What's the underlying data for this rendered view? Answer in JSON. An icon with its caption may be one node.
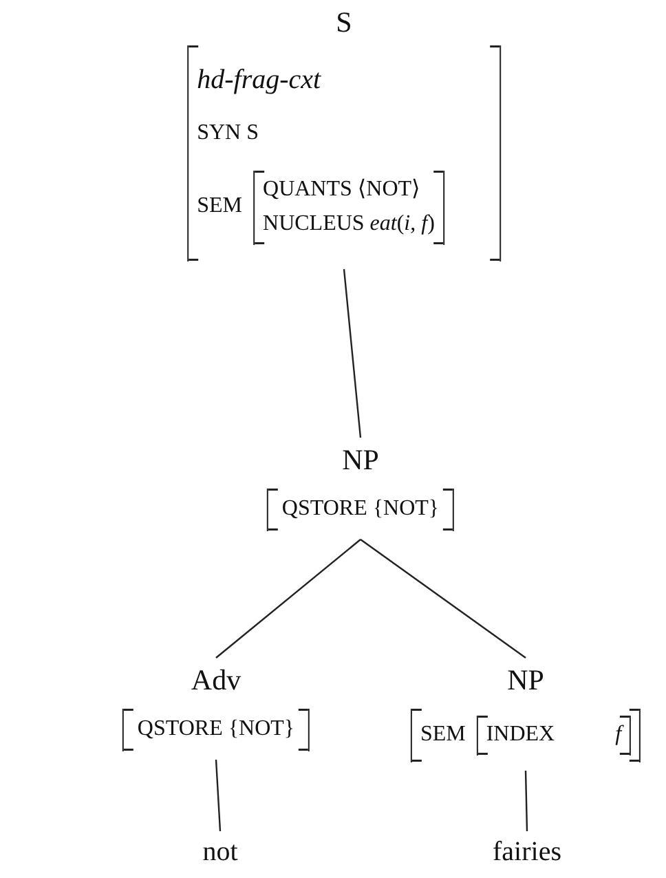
{
  "diagram": {
    "nodes": [
      {
        "text": [
          "S",
          "hd-frag-cxt",
          "SYN S",
          "SEM",
          "QUANTS ⟨NOT⟩",
          "NUCLEUS *eat*(*i*, *f*)"
        ]
      },
      {
        "text": [
          "NP",
          "QSTORE {NOT}"
        ]
      },
      {
        "text": [
          "Adv",
          "QSTORE {NOT}"
        ]
      },
      {
        "text": [
          "NP",
          "SEM",
          "INDEX *f*"
        ]
      },
      {
        "text": [
          "not"
        ]
      },
      {
        "text": [
          "fairies"
        ]
      }
    ],
    "edges": [
      {
        "from": 0,
        "to": 1,
        "arrow": "none"
      },
      {
        "from": 1,
        "to": 2,
        "arrow": "none"
      },
      {
        "from": 1,
        "to": 3,
        "arrow": "none"
      },
      {
        "from": 2,
        "to": 4,
        "arrow": "none"
      },
      {
        "from": 3,
        "to": 5,
        "arrow": "none"
      }
    ]
  }
}
